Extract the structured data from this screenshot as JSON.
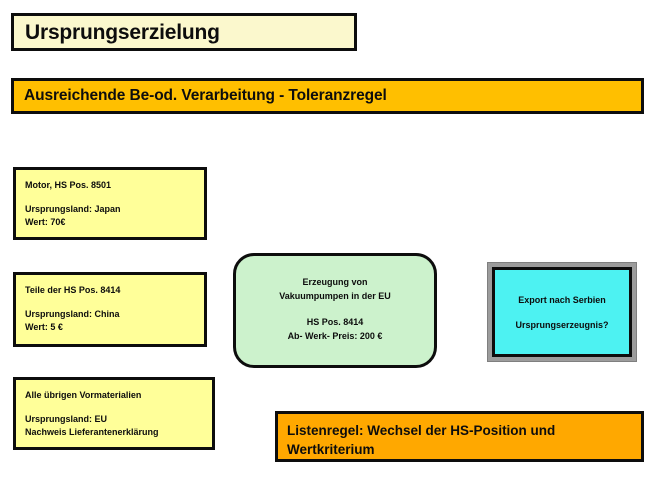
{
  "slide": {
    "title": "Ursprungserzielung",
    "banner": "Ausreichende Be-od. Verarbeitung - Toleranzregel",
    "colors": {
      "title_fill": "#FBF8CD",
      "banner_fill": "#FFBF00",
      "material_fill": "#FFFF99",
      "production_fill": "#CCF2CC",
      "export_fill": "#4DF2F2",
      "export_frame": "#9C9C9C",
      "rule_fill": "#FFA800",
      "border": "#0D0D0D"
    }
  },
  "materials": [
    {
      "name": "motor",
      "heading": "Motor, HS Pos. 8501",
      "origin": "Ursprungsland: Japan",
      "value": "Wert: 70€"
    },
    {
      "name": "teile",
      "heading": "Teile der HS Pos. 8414",
      "origin": "Ursprungsland: China",
      "value": "Wert: 5 €"
    },
    {
      "name": "uebrige",
      "heading": "Alle übrigen Vormaterialien",
      "origin": "Ursprungsland: EU",
      "value": "Nachweis Lieferantenerklärung"
    }
  ],
  "production": {
    "line1": "Erzeugung von",
    "line2": "Vakuumpumpen in der EU",
    "line3": "HS Pos. 8414",
    "line4": "Ab- Werk- Preis: 200 €"
  },
  "export": {
    "line1": "Export nach Serbien",
    "line2": "Ursprungserzeugnis?"
  },
  "rule": {
    "line1": "Listenregel: Wechsel der HS-Position und",
    "line2": "Wertkriterium"
  }
}
